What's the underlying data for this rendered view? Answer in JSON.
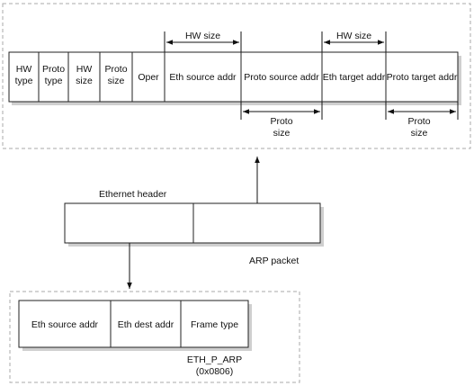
{
  "arp_header": {
    "fields": [
      {
        "line1": "HW",
        "line2": "type"
      },
      {
        "line1": "Proto",
        "line2": "type"
      },
      {
        "line1": "HW",
        "line2": "size"
      },
      {
        "line1": "Proto",
        "line2": "size"
      },
      {
        "line1": "Oper",
        "line2": ""
      },
      {
        "line1": "Eth source addr",
        "line2": ""
      },
      {
        "line1": "Proto source addr",
        "line2": ""
      },
      {
        "line1": "Eth target addr",
        "line2": ""
      },
      {
        "line1": "Proto target addr",
        "line2": ""
      }
    ],
    "hw_size_label_1": "HW size",
    "hw_size_label_2": "HW size",
    "proto_size_label_1": {
      "line1": "Proto",
      "line2": "size"
    },
    "proto_size_label_2": {
      "line1": "Proto",
      "line2": "size"
    }
  },
  "frame": {
    "ethernet_header_label": "Ethernet header",
    "arp_packet_label": "ARP packet"
  },
  "eth_header": {
    "fields": [
      "Eth source addr",
      "Eth dest addr",
      "Frame type"
    ],
    "frame_type_value": {
      "line1": "ETH_P_ARP",
      "line2": "(0x0806)"
    }
  }
}
